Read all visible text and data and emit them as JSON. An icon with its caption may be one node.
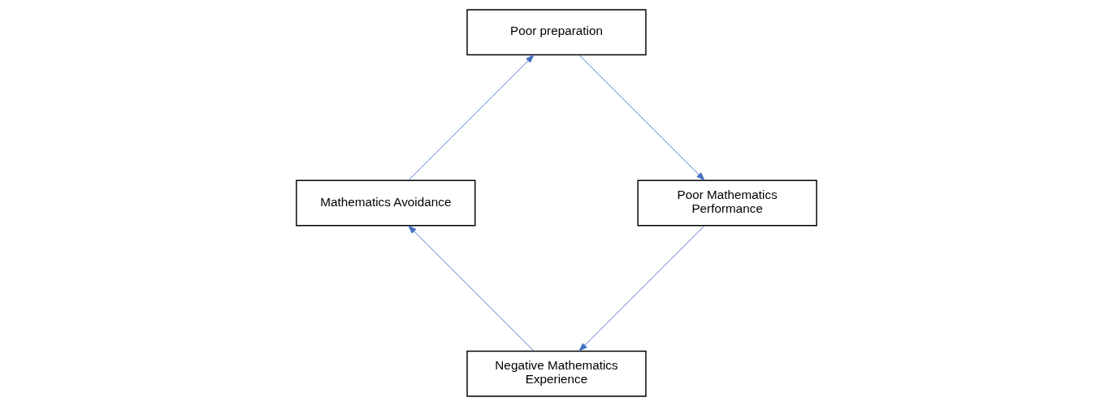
{
  "diagram": {
    "nodes": [
      {
        "text": [
          "Negative Mathematics Experience"
        ]
      },
      {
        "text": [
          "Mathematics Avoidance"
        ]
      },
      {
        "text": [
          "Poor preparation"
        ]
      },
      {
        "text": [
          "Poor Mathematics Performance"
        ]
      }
    ],
    "edges": [
      {
        "from": 0,
        "to": 1,
        "arrow": "to"
      },
      {
        "from": 1,
        "to": 2,
        "arrow": "to"
      },
      {
        "from": 2,
        "to": 3,
        "arrow": "to"
      },
      {
        "from": 3,
        "to": 0,
        "arrow": "to"
      }
    ]
  }
}
